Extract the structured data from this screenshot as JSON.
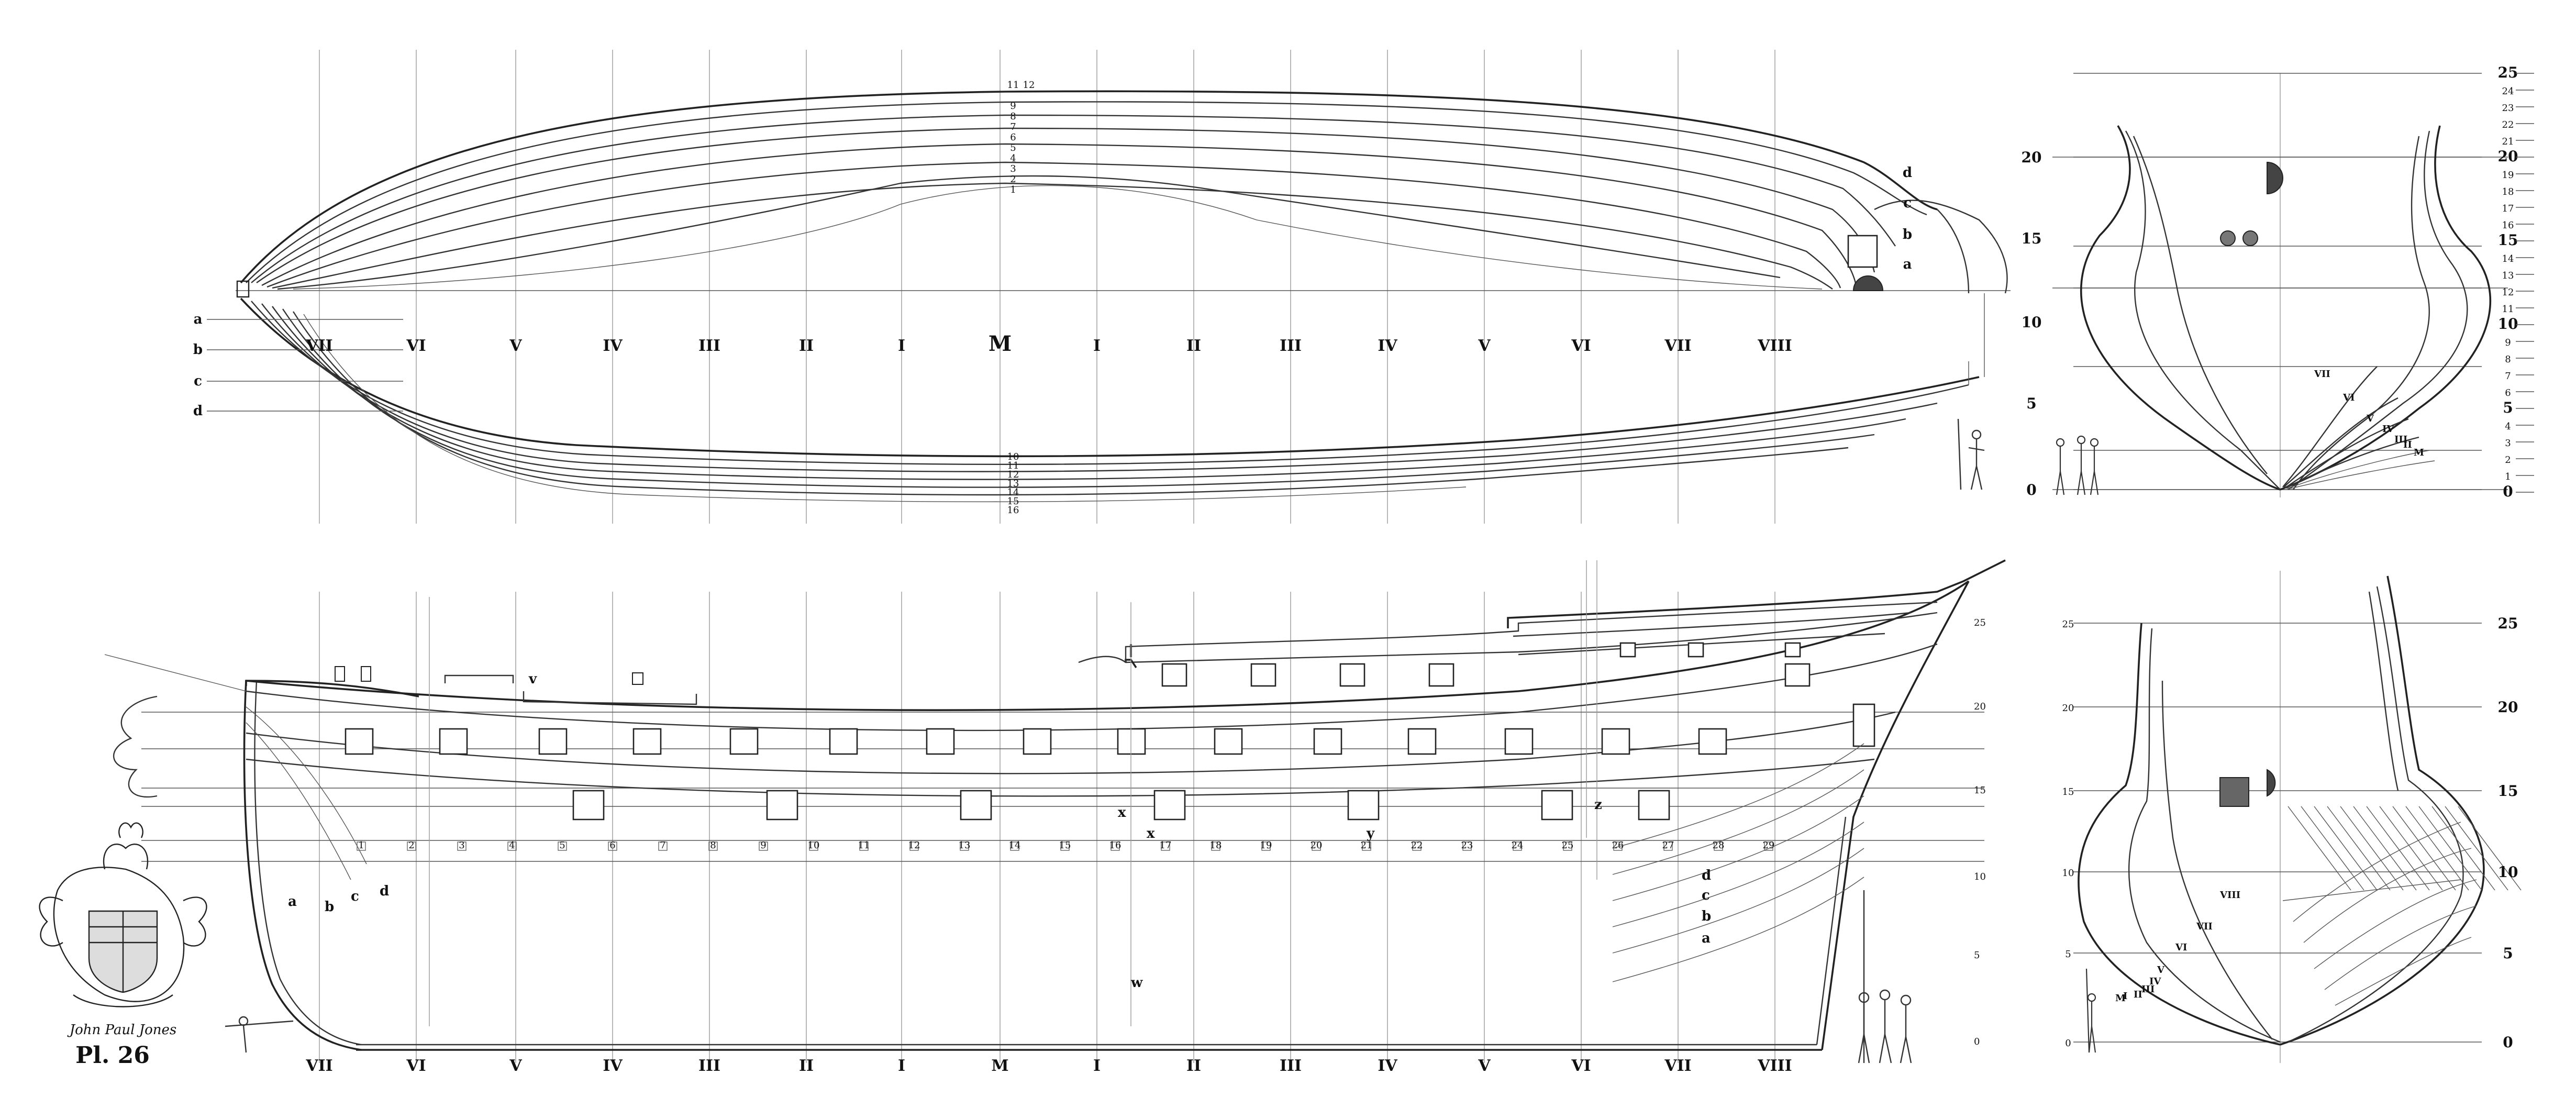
{
  "stations": {
    "fore": [
      "VII",
      "VI",
      "V",
      "IV",
      "III",
      "II",
      "I"
    ],
    "mid": "M",
    "aft": [
      "I",
      "II",
      "III",
      "IV",
      "V",
      "VI",
      "VII",
      "VIII"
    ]
  },
  "half_breadth_labels": [
    "a",
    "b",
    "c",
    "d"
  ],
  "half_breadth_numbers": {
    "upper": [
      "11",
      "12",
      "9",
      "8",
      "7",
      "6",
      "5",
      "4",
      "3",
      "2",
      "1"
    ],
    "lower": [
      "10",
      "11",
      "12",
      "13",
      "14",
      "15",
      "16"
    ]
  },
  "lower_line_labels": [
    "a",
    "b",
    "c",
    "d"
  ],
  "aft_line_labels": [
    "d",
    "c",
    "b",
    "a"
  ],
  "port_numbers": [
    "1",
    "2",
    "3",
    "4",
    "5",
    "6",
    "7",
    "8",
    "9",
    "10",
    "11",
    "12",
    "13",
    "14",
    "15",
    "16",
    "17",
    "18",
    "19",
    "20",
    "21",
    "22",
    "23",
    "24",
    "25",
    "26",
    "27",
    "28",
    "29"
  ],
  "section_markers": {
    "x": "x",
    "y": "y",
    "z": "z",
    "w": "w",
    "v": "v"
  },
  "body_plan_top": {
    "scale_left": [
      "20",
      "15",
      "10",
      "5",
      "0"
    ],
    "scale_right": [
      "25",
      "24",
      "23",
      "22",
      "21",
      "20",
      "19",
      "18",
      "17",
      "16",
      "15",
      "14",
      "13",
      "12",
      "11",
      "10",
      "9",
      "8",
      "7",
      "6",
      "5",
      "4",
      "3",
      "2",
      "1",
      "0"
    ],
    "sections": [
      "VII",
      "VI",
      "V",
      "IV",
      "III",
      "II",
      "M"
    ]
  },
  "body_plan_bottom": {
    "scale_left": [
      "25",
      "20",
      "15",
      "10",
      "5",
      "0"
    ],
    "scale_right": [
      "25",
      "20",
      "15",
      "10",
      "5",
      "0"
    ],
    "sections_aft": [
      "VIII",
      "VII",
      "VI",
      "V",
      "IV",
      "III",
      "II",
      "I",
      "M"
    ]
  },
  "plate_label": "Pl. 26",
  "signature": "John Paul Jones",
  "colors": {
    "ink": "#222222",
    "paper": "#ffffff"
  }
}
